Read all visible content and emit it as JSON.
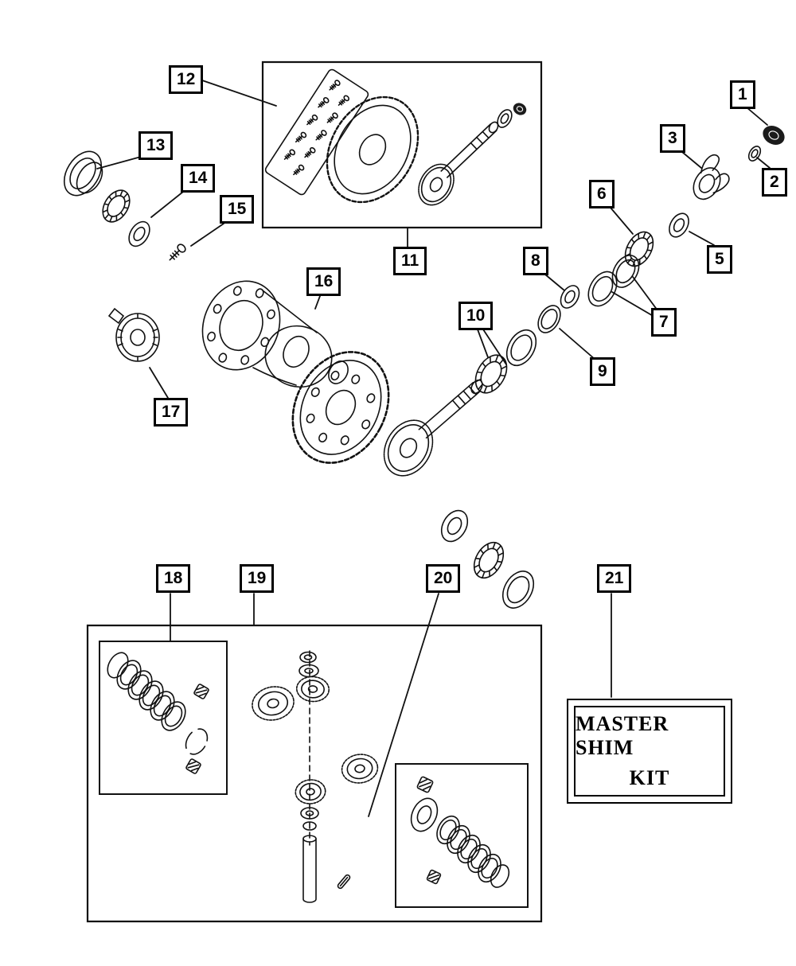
{
  "figure": {
    "callouts": [
      {
        "label": "1"
      },
      {
        "label": "2"
      },
      {
        "label": "3"
      },
      {
        "label": "5"
      },
      {
        "label": "6"
      },
      {
        "label": "7"
      },
      {
        "label": "8"
      },
      {
        "label": "9"
      },
      {
        "label": "10"
      },
      {
        "label": "11"
      },
      {
        "label": "12"
      },
      {
        "label": "13"
      },
      {
        "label": "14"
      },
      {
        "label": "15"
      },
      {
        "label": "16"
      },
      {
        "label": "17"
      },
      {
        "label": "18"
      },
      {
        "label": "19"
      },
      {
        "label": "20"
      },
      {
        "label": "21"
      }
    ],
    "master_shim_kit": {
      "line1": "MASTER SHIM",
      "line2": "KIT"
    }
  }
}
